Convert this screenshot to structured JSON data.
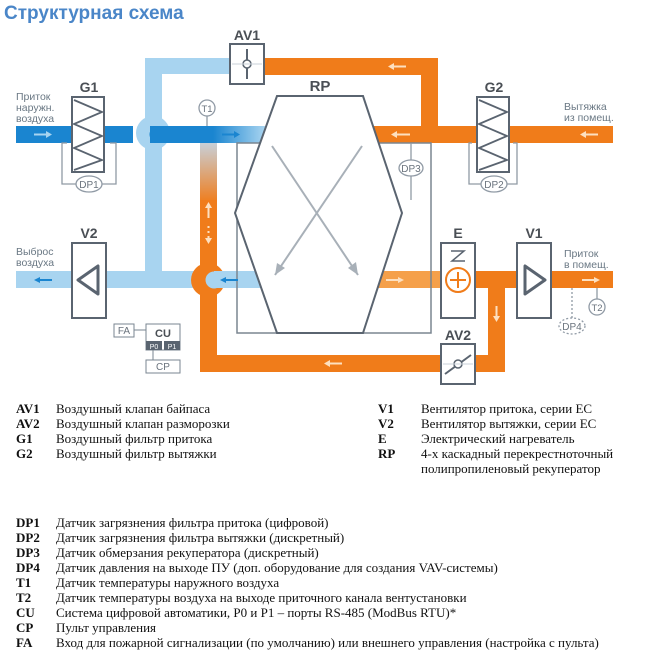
{
  "title": "Структурная схема",
  "colors": {
    "title": "#4a86c8",
    "supply_outdoor": "#1a85d0",
    "supply_light": "#a8d4f0",
    "exhaust": "#f07c1a",
    "supply_heated": "#f5a04a",
    "outline": "#5a6470"
  },
  "diagram": {
    "components": {
      "AV1": "AV1",
      "AV2": "AV2",
      "G1": "G1",
      "G2": "G2",
      "V1": "V1",
      "V2": "V2",
      "E": "E",
      "RP": "RP",
      "T1": "T1",
      "T2": "T2",
      "DP1": "DP1",
      "DP2": "DP2",
      "DP3": "DP3",
      "DP4": "DP4",
      "FA": "FA",
      "CU": "CU",
      "P0": "P0",
      "P1": "P1",
      "CP": "CP"
    },
    "flow_labels": {
      "supply_outdoor_1": "Приток",
      "supply_outdoor_2": "наружн.",
      "supply_outdoor_3": "воздуха",
      "exhaust_room_1": "Вытяжка",
      "exhaust_room_2": "из помещ.",
      "discharge_1": "Выброс",
      "discharge_2": "воздуха",
      "supply_room_1": "Приток",
      "supply_room_2": "в помещ."
    }
  },
  "legend_top_left": [
    {
      "code": "AV1",
      "desc": "Воздушный клапан байпаса"
    },
    {
      "code": "AV2",
      "desc": "Воздушный клапан разморозки"
    },
    {
      "code": "G1",
      "desc": "Воздушный фильтр притока"
    },
    {
      "code": "G2",
      "desc": "Воздушный фильтр вытяжки"
    }
  ],
  "legend_top_right": [
    {
      "code": "V1",
      "desc": "Вентилятор притока, серии ЕС"
    },
    {
      "code": "V2",
      "desc": "Вентилятор вытяжки, серии ЕС"
    },
    {
      "code": "E",
      "desc": "Электрический нагреватель"
    },
    {
      "code": "RP",
      "desc": "4-х каскадный перекрестноточный полипропиленовый рекуператор"
    }
  ],
  "legend_bottom": [
    {
      "code": "DP1",
      "desc": "Датчик загрязнения фильтра притока (цифровой)"
    },
    {
      "code": "DP2",
      "desc": "Датчик загрязнения фильтра вытяжки (дискретный)"
    },
    {
      "code": "DP3",
      "desc": "Датчик обмерзания рекуператора (дискретный)"
    },
    {
      "code": "DP4",
      "desc": "Датчик давления на выходе ПУ (доп. оборудование для создания VAV-системы)"
    },
    {
      "code": "T1",
      "desc": "Датчик температуры наружного воздуха"
    },
    {
      "code": "T2",
      "desc": "Датчик температуры воздуха на выходе приточного канала вентустановки"
    },
    {
      "code": "CU",
      "desc": "Система цифровой автоматики, P0 и P1 – порты RS-485 (ModBus RTU)*"
    },
    {
      "code": "CP",
      "desc": "Пульт управления"
    },
    {
      "code": "FA",
      "desc": "Вход для пожарной сигнализации (по умолчанию) или внешнего управления (настройка с пульта)"
    }
  ]
}
